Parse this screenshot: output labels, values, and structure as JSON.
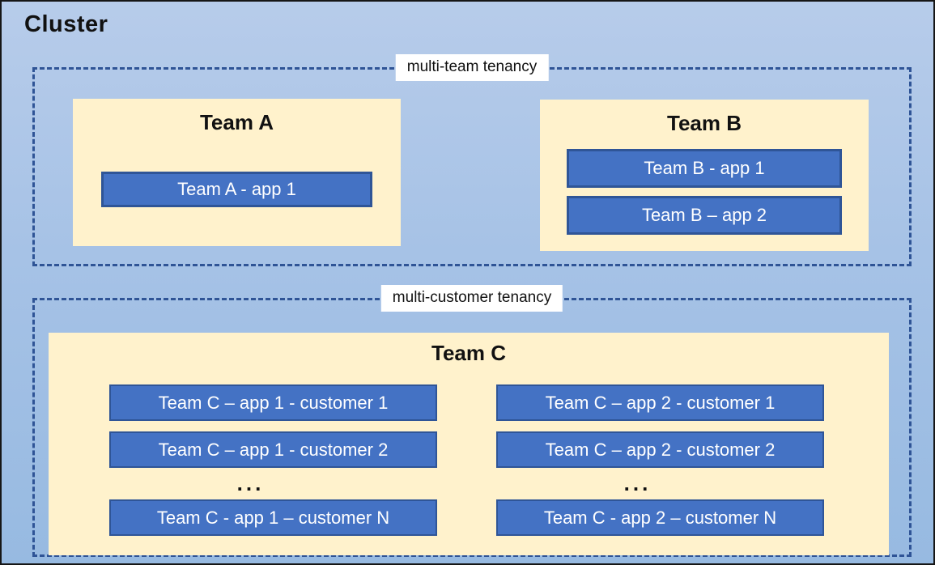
{
  "cluster": {
    "title": "Cluster"
  },
  "sections": [
    {
      "label": "multi-team tenancy",
      "teams": [
        {
          "name": "Team A",
          "apps": [
            "Team A - app 1"
          ]
        },
        {
          "name": "Team B",
          "apps": [
            "Team B - app 1",
            "Team B – app 2"
          ]
        }
      ]
    },
    {
      "label": "multi-customer tenancy",
      "teams": [
        {
          "name": "Team C",
          "columns": [
            {
              "apps": [
                "Team C – app 1 - customer 1",
                "Team C – app 1 - customer 2"
              ],
              "ellipsis": "...",
              "last_app": "Team C - app 1 – customer N"
            },
            {
              "apps": [
                "Team C – app 2 - customer 1",
                "Team C – app 2 - customer 2"
              ],
              "ellipsis": "...",
              "last_app": "Team C - app 2 – customer N"
            }
          ]
        }
      ]
    }
  ],
  "colors": {
    "background_top": "#B7CCEA",
    "background_bottom": "#97BAE1",
    "panel_fill": "#FFF2CC",
    "app_fill": "#4472C4",
    "app_border": "#2F5597",
    "dashed_border": "#2F5496",
    "frame_border": "#161616",
    "label_background": "#FFFFFF",
    "app_text": "#FFFFFF",
    "title_text": "#111111"
  }
}
